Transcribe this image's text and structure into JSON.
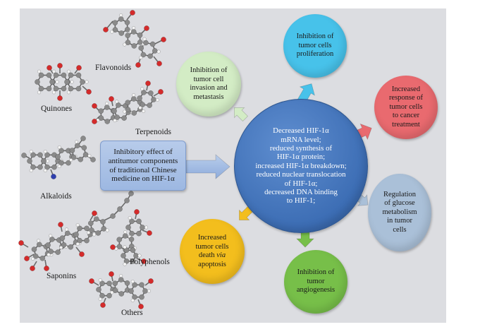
{
  "categories": {
    "flavonoids": "Flavonoids",
    "quinones": "Quinones",
    "terpenoids": "Terpenoids",
    "alkaloids": "Alkaloids",
    "polyphenols": "Polyphenols",
    "saponins": "Saponins",
    "others": "Others"
  },
  "main_box": "Inhibitory effect of\nantitumor components\nof traditional Chinese\nmedicine on HIF-1α",
  "center": "Decreased HIF-1α\nmRNA  level;\nreduced synthesis of\nHIF-1α protein;\nincreased HIF-1α breakdown;\nreduced nuclear translocation\nof  HIF-1α;\ndecreased DNA binding\nto HIF-1;",
  "effects": {
    "invasion": "Inhibition of\ntumor cell\ninvasion and\nmetastasis",
    "proliferation": "Inhibition of\ntumor cells\nproliferation",
    "response": "Increased\nresponse of\ntumor cells\nto cancer\ntreatment",
    "glucose": "Regulation\nof glucose\nmetabolism\nin tumor\ncells",
    "angiogenesis": "Inhibition of\ntumor\nangiogenesis",
    "apoptosis": "Increased\ntumor cells\ndeath via\napoptosis"
  },
  "colors": {
    "panel": "#dcdde1",
    "center": "#3c6db4",
    "invasion": "#d3ecc5",
    "proliferation": "#47c2ea",
    "response": "#e96a6f",
    "glucose": "#aac0d8",
    "angiogenesis": "#77bf49",
    "apoptosis": "#f3be1d",
    "main_box": "#a9c1e6",
    "carbon": "#8a8a8a",
    "oxygen": "#d42b2b",
    "nitrogen": "#2f3fae",
    "hydrogen": "#f4f4f4"
  }
}
